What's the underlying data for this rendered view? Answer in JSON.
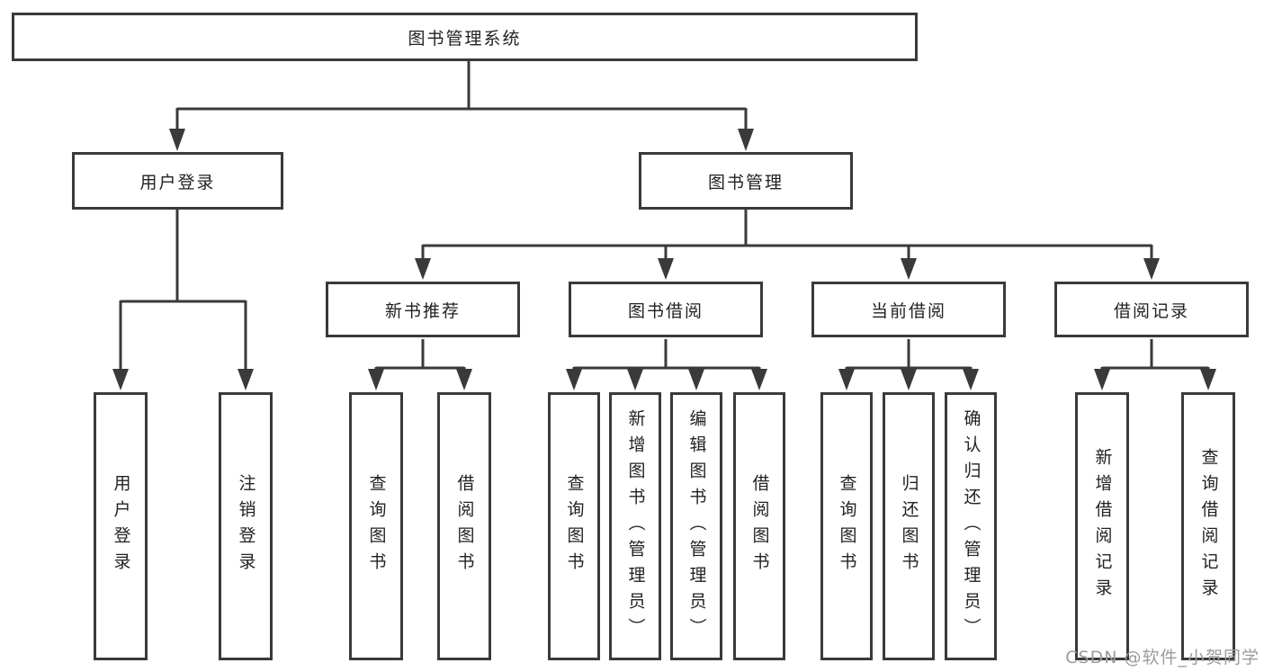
{
  "colors": {
    "line": "#3a3a3a",
    "text": "#222222",
    "watermark": "#9c9c9c",
    "bg": "#ffffff"
  },
  "watermark": {
    "text": "CSDN @软件_小贺同学"
  },
  "tree": {
    "label": "图书管理系统",
    "children": [
      {
        "label": "用户登录",
        "children": [
          {
            "label": "用户登录"
          },
          {
            "label": "注销登录"
          }
        ]
      },
      {
        "label": "图书管理",
        "children": [
          {
            "label": "新书推荐",
            "children": [
              {
                "label": "查询图书"
              },
              {
                "label": "借阅图书"
              }
            ]
          },
          {
            "label": "图书借阅",
            "children": [
              {
                "label": "查询图书"
              },
              {
                "label": "新增图书（管理员）"
              },
              {
                "label": "编辑图书（管理员）"
              },
              {
                "label": "借阅图书"
              }
            ]
          },
          {
            "label": "当前借阅",
            "children": [
              {
                "label": "查询图书"
              },
              {
                "label": "归还图书"
              },
              {
                "label": "确认归还（管理员）"
              }
            ]
          },
          {
            "label": "借阅记录",
            "children": [
              {
                "label": "新增借阅记录"
              },
              {
                "label": "查询借阅记录"
              }
            ]
          }
        ]
      }
    ]
  }
}
